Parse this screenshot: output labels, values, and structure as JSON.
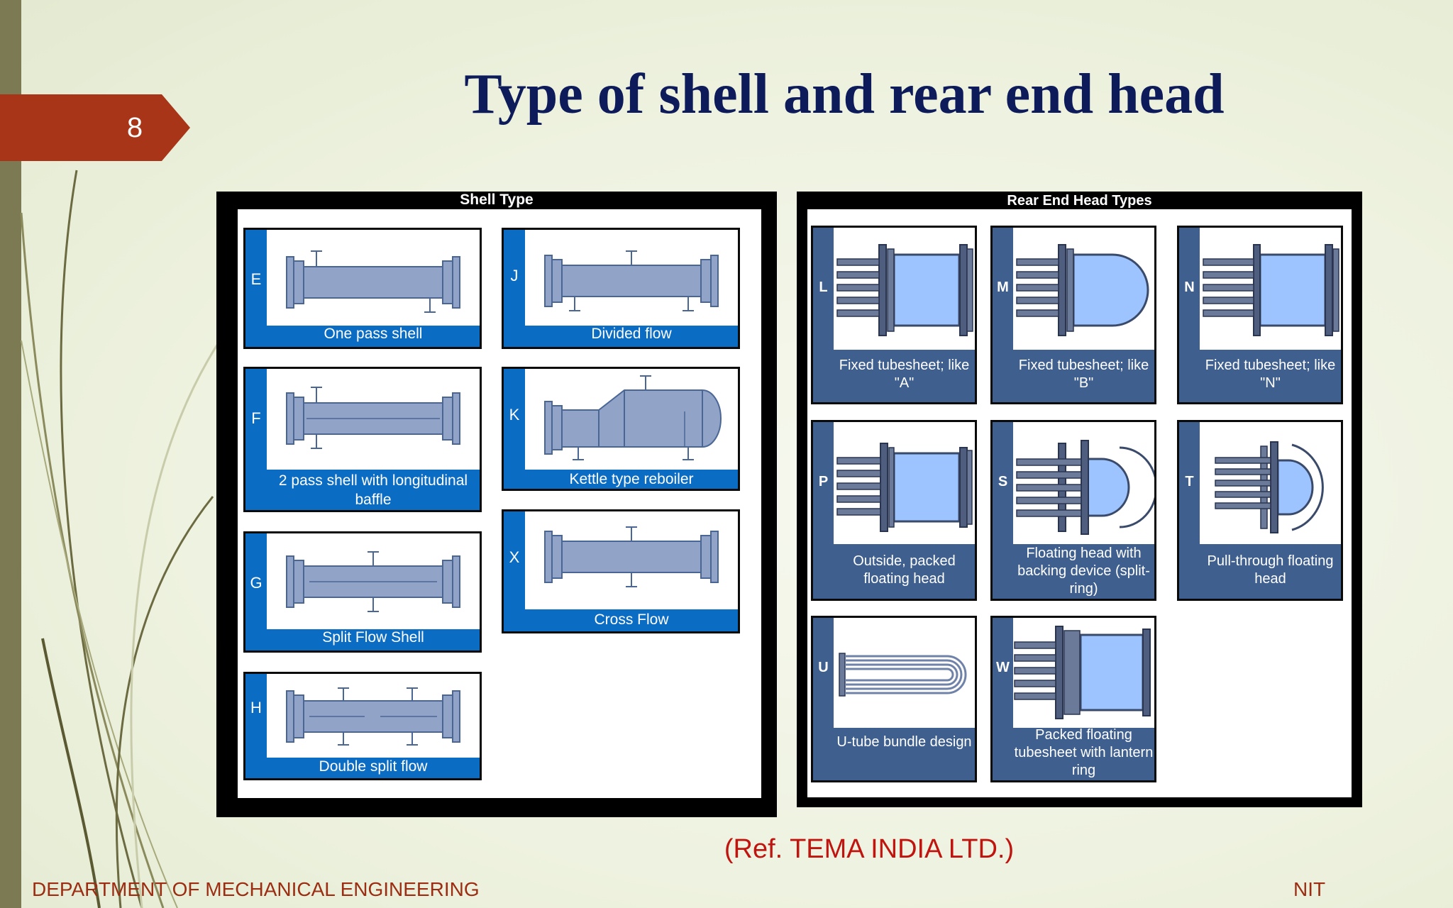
{
  "slide": {
    "page_number": "8",
    "title": "Type of shell and rear end head",
    "reference": "(Ref. TEMA INDIA LTD.)",
    "footer_left": "DEPARTMENT OF MECHANICAL ENGINEERING",
    "footer_right": "NIT",
    "colors": {
      "title": "#0d1b5a",
      "tab": "#a83517",
      "footer": "#9b2d12",
      "reference": "#c0140e",
      "shell_stripe": "#0b6cc4",
      "rear_stripe": "#3f5f8e"
    }
  },
  "shell_panel": {
    "title": "Shell Type",
    "items": [
      {
        "letter": "E",
        "caption": "One pass shell"
      },
      {
        "letter": "F",
        "caption": "2 pass shell with longitudinal baffle"
      },
      {
        "letter": "G",
        "caption": "Split Flow Shell"
      },
      {
        "letter": "H",
        "caption": "Double split flow"
      },
      {
        "letter": "J",
        "caption": "Divided flow"
      },
      {
        "letter": "K",
        "caption": "Kettle type reboiler"
      },
      {
        "letter": "X",
        "caption": "Cross Flow"
      }
    ]
  },
  "rear_panel": {
    "title": "Rear End Head Types",
    "items": [
      {
        "letter": "L",
        "caption": "Fixed tubesheet; like \"A\""
      },
      {
        "letter": "M",
        "caption": "Fixed tubesheet; like \"B\""
      },
      {
        "letter": "N",
        "caption": "Fixed tubesheet; like \"N\""
      },
      {
        "letter": "P",
        "caption": "Outside, packed floating head"
      },
      {
        "letter": "S",
        "caption": "Floating head with backing device (split-ring)"
      },
      {
        "letter": "T",
        "caption": "Pull-through floating head"
      },
      {
        "letter": "U",
        "caption": "U-tube bundle design"
      },
      {
        "letter": "W",
        "caption": "Packed floating tubesheet with lantern ring"
      }
    ]
  }
}
